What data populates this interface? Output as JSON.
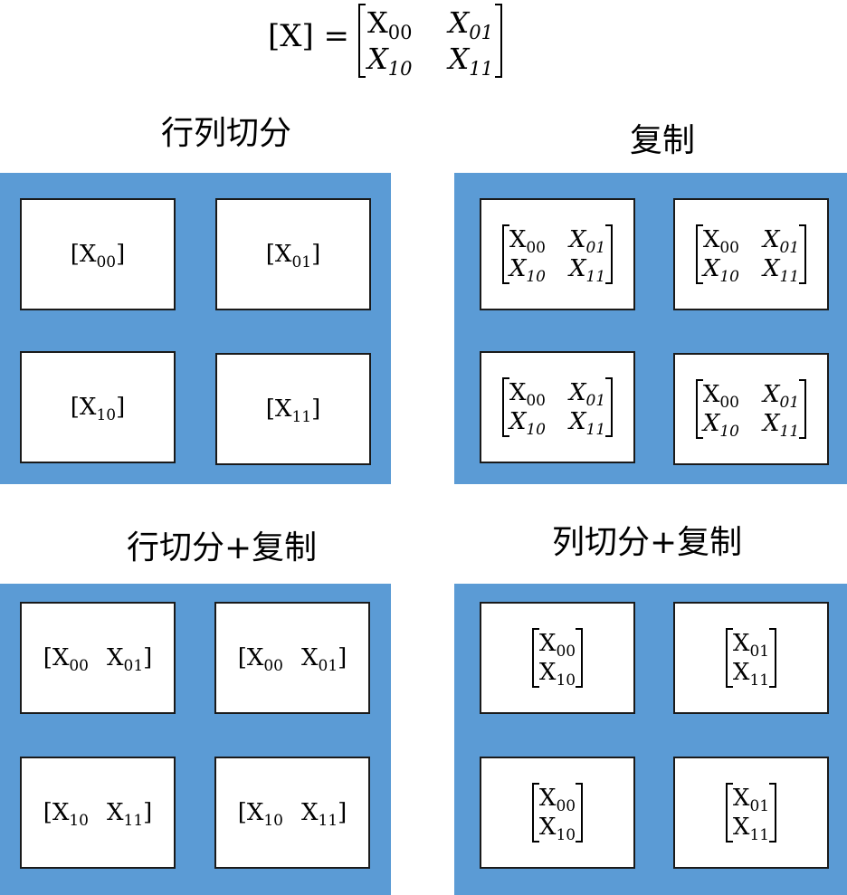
{
  "equation": {
    "lhs": "[X] =",
    "matrix": [
      [
        "X",
        "00",
        false
      ],
      [
        "X",
        "01",
        true
      ],
      [
        "X",
        "10",
        true
      ],
      [
        "X",
        "11",
        true
      ]
    ]
  },
  "panels": [
    {
      "title": "行列切分",
      "kind": "single",
      "boxes": [
        {
          "x": "X",
          "sub": "00"
        },
        {
          "x": "X",
          "sub": "01"
        },
        {
          "x": "X",
          "sub": "10"
        },
        {
          "x": "X",
          "sub": "11"
        }
      ]
    },
    {
      "title": "复制",
      "kind": "matrix",
      "box_content": [
        [
          "X",
          "00",
          false
        ],
        [
          "X",
          "01",
          true
        ],
        [
          "X",
          "10",
          true
        ],
        [
          "X",
          "11",
          true
        ]
      ],
      "box_count": 4
    },
    {
      "title": "行切分+复制",
      "kind": "row",
      "boxes": [
        [
          [
            "X",
            "00"
          ],
          [
            "X",
            "01"
          ]
        ],
        [
          [
            "X",
            "00"
          ],
          [
            "X",
            "01"
          ]
        ],
        [
          [
            "X",
            "10"
          ],
          [
            "X",
            "11"
          ]
        ],
        [
          [
            "X",
            "10"
          ],
          [
            "X",
            "11"
          ]
        ]
      ]
    },
    {
      "title": "列切分+复制",
      "kind": "col",
      "boxes": [
        [
          [
            "X",
            "00"
          ],
          [
            "X",
            "10"
          ]
        ],
        [
          [
            "X",
            "01"
          ],
          [
            "X",
            "11"
          ]
        ],
        [
          [
            "X",
            "00"
          ],
          [
            "X",
            "10"
          ]
        ],
        [
          [
            "X",
            "01"
          ],
          [
            "X",
            "11"
          ]
        ]
      ]
    }
  ],
  "colors": {
    "panel": "#5b9bd5",
    "box": "#ffffff",
    "border": "#1a1a1a"
  }
}
